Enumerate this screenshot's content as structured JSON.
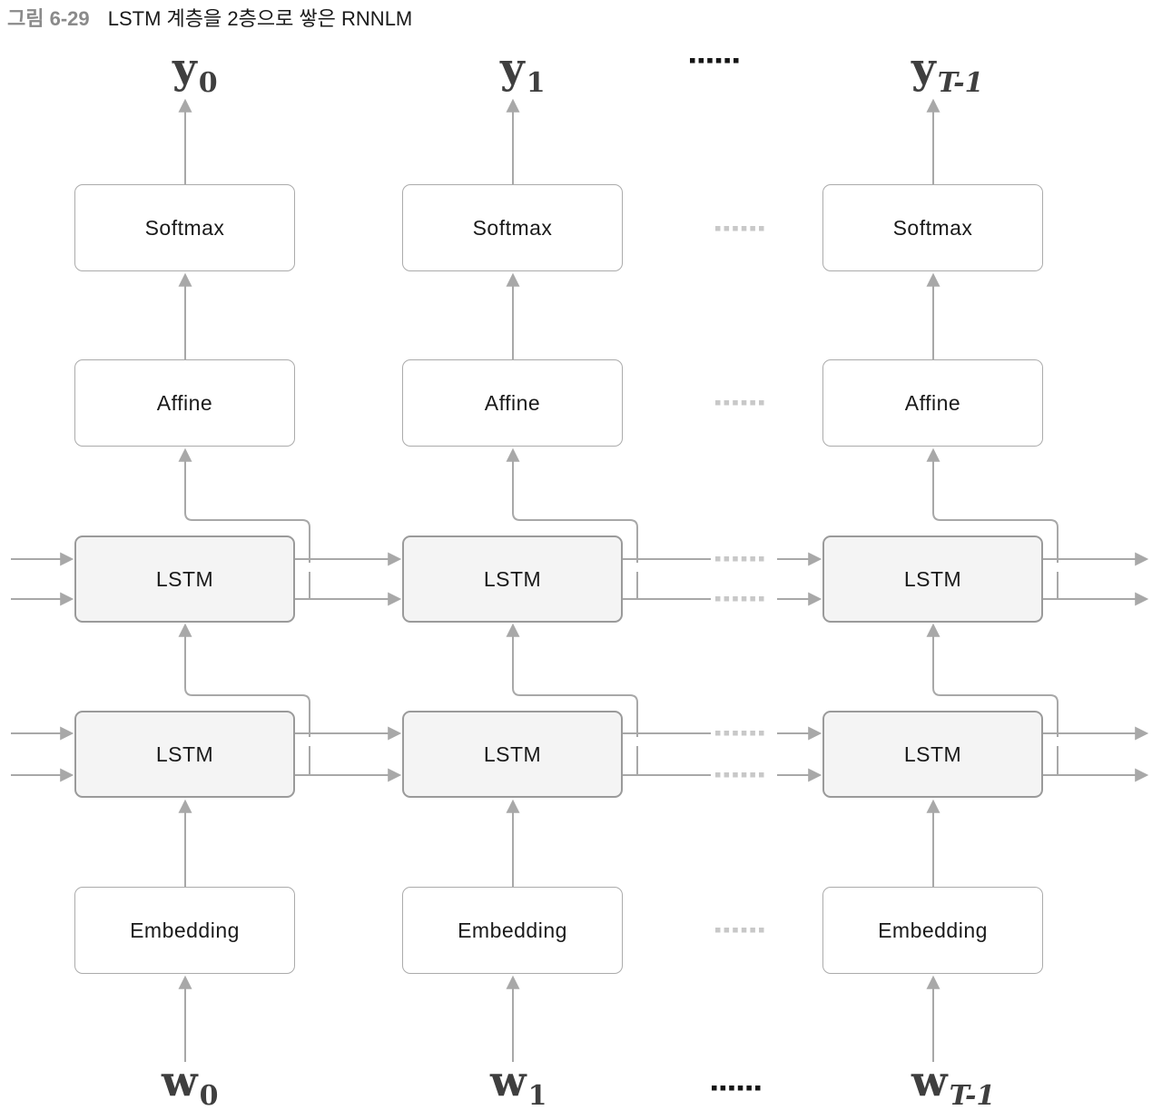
{
  "title": {
    "figure_label": "그림 6-29",
    "text": "LSTM 계층을 2층으로 쌓은 RNNLM"
  },
  "diagram": {
    "columns": [
      {
        "id": "t0",
        "output_label": {
          "base": "y",
          "sub": "0"
        },
        "input_label": {
          "base": "w",
          "sub": "0"
        },
        "boxes": {
          "softmax": "Softmax",
          "affine": "Affine",
          "lstm_upper": "LSTM",
          "lstm_lower": "LSTM",
          "embedding": "Embedding"
        }
      },
      {
        "id": "t1",
        "output_label": {
          "base": "y",
          "sub": "1"
        },
        "input_label": {
          "base": "w",
          "sub": "1"
        },
        "boxes": {
          "softmax": "Softmax",
          "affine": "Affine",
          "lstm_upper": "LSTM",
          "lstm_lower": "LSTM",
          "embedding": "Embedding"
        }
      },
      {
        "id": "tT-1",
        "output_label": {
          "base": "y",
          "sub": "T-1"
        },
        "input_label": {
          "base": "w",
          "sub": "T-1"
        },
        "boxes": {
          "softmax": "Softmax",
          "affine": "Affine",
          "lstm_upper": "LSTM",
          "lstm_lower": "LSTM",
          "embedding": "Embedding"
        }
      }
    ],
    "ellipsis_dot_count": 6,
    "colors": {
      "connector": "#a8a8a8",
      "box_border": "#ababab",
      "lstm_border": "#9a9a9a",
      "lstm_fill": "#f4f4f4",
      "box_fill": "#ffffff",
      "light_dots": "#c8c8c8",
      "dark_dots": "#161616",
      "math_label": "#3f3f3f",
      "figure_label": "#8a8a8a",
      "text": "#1a1a1a"
    }
  }
}
